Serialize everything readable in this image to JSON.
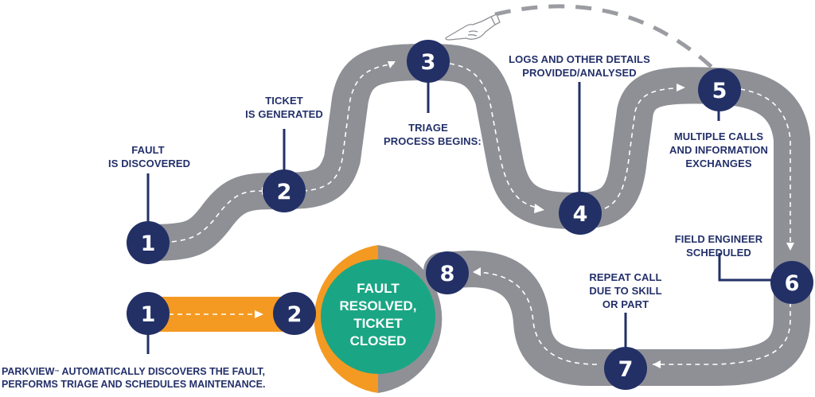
{
  "colors": {
    "road": "#8e9096",
    "road_dash": "#ffffff",
    "node": "#223066",
    "node_text": "#ffffff",
    "label": "#23306a",
    "fast_track": "#f49a22",
    "resolved": "#1aa684",
    "skip_arc": "#9a9ca2"
  },
  "traditional_path": {
    "steps": [
      {
        "number": "1",
        "label_lines": [
          "FAULT",
          "IS DISCOVERED"
        ]
      },
      {
        "number": "2",
        "label_lines": [
          "TICKET",
          "IS GENERATED"
        ]
      },
      {
        "number": "3",
        "label_lines": [
          "TRIAGE",
          "PROCESS BEGINS:"
        ]
      },
      {
        "number": "4",
        "label_lines": [
          "LOGS AND OTHER DETAILS",
          "PROVIDED/ANALYSED"
        ]
      },
      {
        "number": "5",
        "label_lines": [
          "MULTIPLE CALLS",
          "AND INFORMATION",
          "EXCHANGES"
        ]
      },
      {
        "number": "6",
        "label_lines": [
          "FIELD ENGINEER",
          "SCHEDULED"
        ]
      },
      {
        "number": "7",
        "label_lines": [
          "REPEAT CALL",
          "DUE TO SKILL",
          "OR PART"
        ]
      },
      {
        "number": "8",
        "label_lines": []
      }
    ]
  },
  "parkview_path": {
    "steps": [
      {
        "number": "1"
      },
      {
        "number": "2"
      }
    ],
    "caption_lines": [
      "PARKVIEW",
      " AUTOMATICALLY DISCOVERS THE FAULT,",
      "PERFORMS TRIAGE AND SCHEDULES MAINTENANCE."
    ],
    "trademark": "™"
  },
  "outcome": {
    "label_lines": [
      "FAULT",
      "RESOLVED,",
      "TICKET",
      "CLOSED"
    ]
  },
  "icons": {
    "pointing_hand": "pointing-hand-icon",
    "skip_arc": "dashed-skip-arc"
  }
}
